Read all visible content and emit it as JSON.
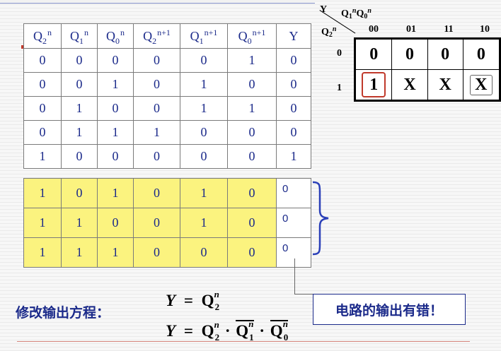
{
  "truth_table": {
    "headers": [
      {
        "base": "Q",
        "sub": "2",
        "sup": "n"
      },
      {
        "base": "Q",
        "sub": "1",
        "sup": "n"
      },
      {
        "base": "Q",
        "sub": "0",
        "sup": "n"
      },
      {
        "base": "Q",
        "sub": "2",
        "sup": "n+1"
      },
      {
        "base": "Q",
        "sub": "1",
        "sup": "n+1"
      },
      {
        "base": "Q",
        "sub": "0",
        "sup": "n+1"
      },
      {
        "base": "Y",
        "sub": "",
        "sup": ""
      }
    ],
    "rows": [
      [
        "0",
        "0",
        "0",
        "0",
        "0",
        "1",
        "0"
      ],
      [
        "0",
        "0",
        "1",
        "0",
        "1",
        "0",
        "0"
      ],
      [
        "0",
        "1",
        "0",
        "0",
        "1",
        "1",
        "0"
      ],
      [
        "0",
        "1",
        "1",
        "1",
        "0",
        "0",
        "0"
      ],
      [
        "1",
        "0",
        "0",
        "0",
        "0",
        "0",
        "1"
      ]
    ]
  },
  "extra_rows": [
    [
      "1",
      "0",
      "1",
      "0",
      "1",
      "0",
      "0"
    ],
    [
      "1",
      "1",
      "0",
      "0",
      "1",
      "0",
      "0"
    ],
    [
      "1",
      "1",
      "1",
      "0",
      "0",
      "0",
      "0"
    ]
  ],
  "callout": "电路的输出有错！",
  "modify_label": "修改输出方程：",
  "equations": {
    "eq1": {
      "lhs": "Y",
      "eq": "=",
      "q": "Q",
      "sub": "2",
      "sup": "n"
    },
    "eq2": {
      "lhs": "Y",
      "eq": "=",
      "q": "Q",
      "terms": [
        {
          "sub": "2",
          "sup": "n",
          "bar": false
        },
        {
          "sub": "1",
          "sup": "n",
          "bar": true
        },
        {
          "sub": "0",
          "sup": "n",
          "bar": true
        }
      ],
      "dot": "·"
    }
  },
  "kmap": {
    "output_label": "Y",
    "col_var": "Q1nQ0n",
    "row_var": "Q2n",
    "col_var_parts": [
      {
        "base": "Q",
        "sub": "1",
        "sup": "n"
      },
      {
        "base": "Q",
        "sub": "0",
        "sup": "n"
      }
    ],
    "row_var_parts": [
      {
        "base": "Q",
        "sub": "2",
        "sup": "n"
      }
    ],
    "col_headers": [
      "00",
      "01",
      "11",
      "10"
    ],
    "row_headers": [
      "0",
      "1"
    ],
    "cells": [
      [
        "0",
        "0",
        "0",
        "0"
      ],
      [
        "1",
        "X",
        "X",
        "X"
      ]
    ]
  },
  "colors": {
    "table_text": "#1b2a8a",
    "highlight_bg": "#fbf37f",
    "circle": "#c0392b"
  }
}
